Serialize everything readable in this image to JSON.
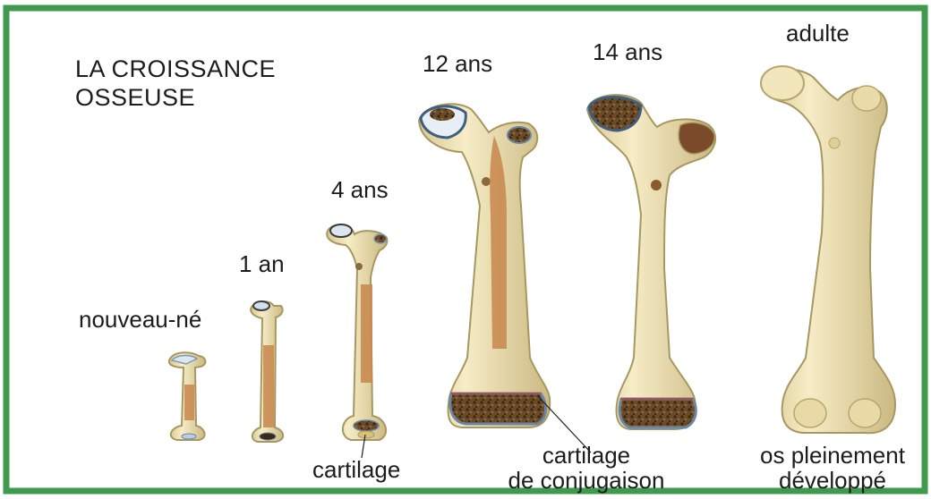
{
  "title": {
    "line1": "LA CROISSANCE",
    "line2": "OSSEUSE"
  },
  "stages": [
    {
      "label": "nouveau-né"
    },
    {
      "label": "1 an"
    },
    {
      "label": "4 ans"
    },
    {
      "label": "12 ans"
    },
    {
      "label": "14 ans"
    },
    {
      "label": "adulte"
    }
  ],
  "annotations": {
    "cartilage": "cartilage",
    "conjugaison_line1": "cartilage",
    "conjugaison_line2": "de conjugaison",
    "developed_line1": "os pleinement",
    "developed_line2": "développé"
  },
  "colors": {
    "frame": "#3f9a4e",
    "bone": "#efe3b4",
    "bone_outline": "#a69860",
    "marrow": "#c7874c",
    "cartilage": "#b9cfe2",
    "spongy": "#5c4022"
  }
}
